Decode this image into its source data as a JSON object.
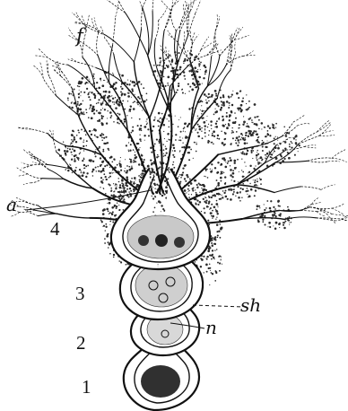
{
  "labels": {
    "f": "f",
    "a": "a",
    "sh": "sh",
    "n": "n",
    "four": "4",
    "three": "3",
    "two": "2",
    "one": "1"
  },
  "colors": {
    "ink": "#111111",
    "paper": "#ffffff",
    "stipple": "#2a2a2a"
  }
}
